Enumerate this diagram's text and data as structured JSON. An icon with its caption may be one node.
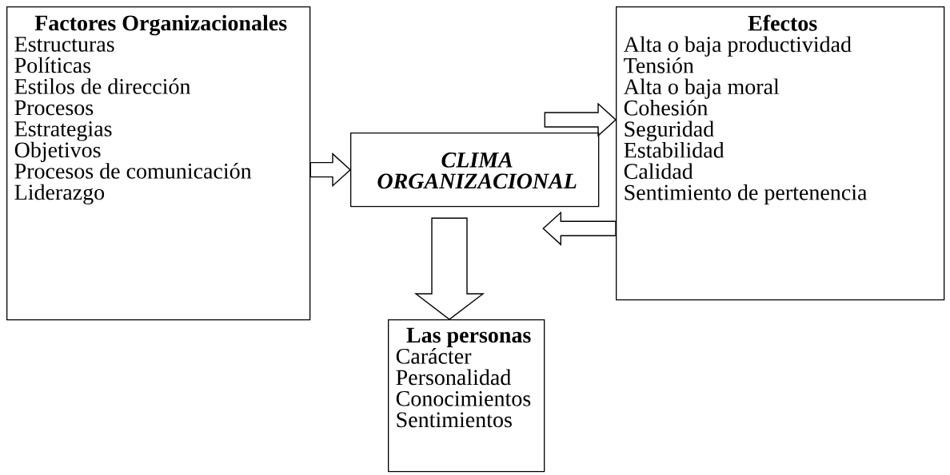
{
  "diagram": {
    "nodes": [
      {
        "text": [
          "Factores Organizacionales",
          "Estructuras",
          "Políticas",
          "Estilos de dirección",
          "Procesos",
          "Estrategias",
          "Objetivos",
          "Procesos de comunicación",
          "Liderazgo"
        ]
      },
      {
        "text": [
          "CLIMA ORGANIZACIONAL"
        ]
      },
      {
        "text": [
          "Efectos",
          "Alta o baja productividad",
          "Tensión",
          "Alta o baja moral",
          "Cohesión",
          "Seguridad",
          "Estabilidad",
          "Calidad",
          "Sentimiento de pertenencia"
        ]
      },
      {
        "text": [
          "Las personas",
          "Carácter",
          "Personalidad",
          "Conocimientos",
          "Sentimientos"
        ]
      }
    ],
    "edges": [
      {
        "from": 0,
        "to": 1,
        "arrow": "to"
      },
      {
        "from": 1,
        "to": 2,
        "arrow": "to"
      },
      {
        "from": 2,
        "to": 1,
        "arrow": "to"
      },
      {
        "from": 1,
        "to": 3,
        "arrow": "to",
        "style": "thick"
      }
    ]
  }
}
